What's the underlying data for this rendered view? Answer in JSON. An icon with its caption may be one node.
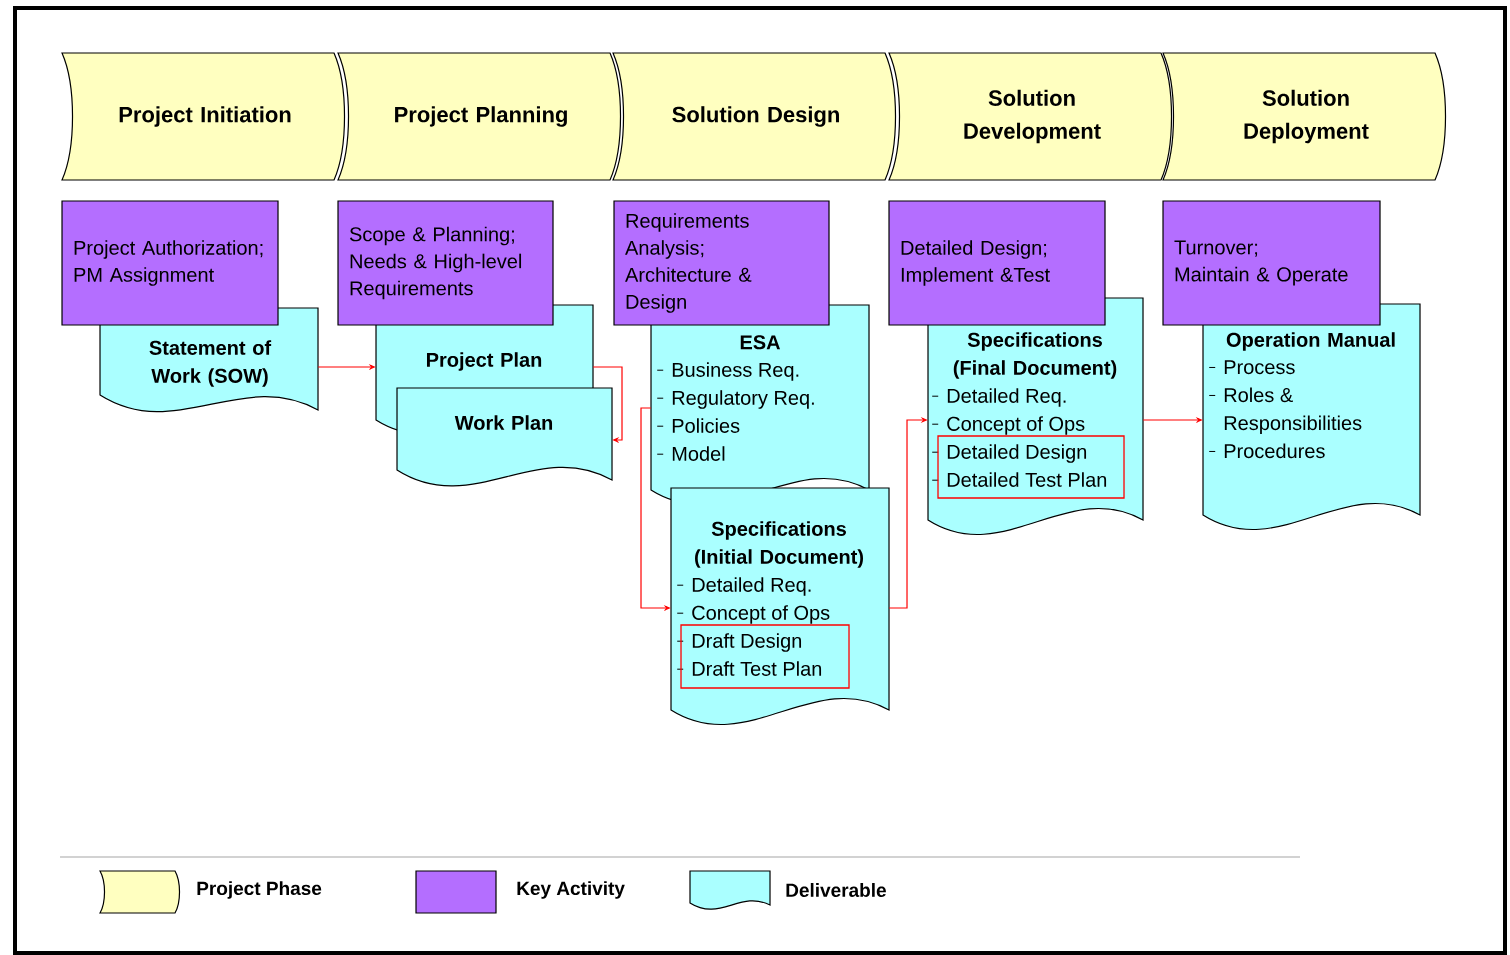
{
  "diagram": {
    "nodes": [
      {
        "text": [
          "Project Initiation"
        ]
      },
      {
        "text": [
          "Project Planning"
        ]
      },
      {
        "text": [
          "Solution Design"
        ]
      },
      {
        "text": [
          "Solution Development"
        ]
      },
      {
        "text": [
          "Solution Deployment"
        ]
      },
      {
        "text": [
          "Project Authorization;",
          "PM Assignment"
        ]
      },
      {
        "text": [
          "Scope & Planning;",
          "Needs & High-level Requirements"
        ]
      },
      {
        "text": [
          "Requirements Analysis;",
          "Architecture & Design"
        ]
      },
      {
        "text": [
          "Detailed Design;",
          "Implement &Test"
        ]
      },
      {
        "text": [
          "Turnover;",
          "Maintain & Operate"
        ]
      },
      {
        "text": [
          "Statement of Work (SOW)"
        ]
      },
      {
        "text": [
          "Project Plan"
        ]
      },
      {
        "text": [
          "Work Plan"
        ]
      },
      {
        "text": [
          "ESA",
          "Business Req.",
          "Regulatory Req.",
          "Policies",
          "Model"
        ]
      },
      {
        "text": [
          "Specifications (Initial Document)",
          "Detailed Req.",
          "Concept of Ops",
          "Draft Design",
          "Draft Test Plan"
        ]
      },
      {
        "text": [
          "Specifications (Final Document)",
          "Detailed Req.",
          "Concept of Ops",
          "Detailed Design",
          "Detailed Test Plan"
        ]
      },
      {
        "text": [
          "Operation Manual",
          "Process",
          "Roles & Responsibilities",
          "Procedures"
        ]
      }
    ],
    "edges": [
      {
        "from": 10,
        "to": 11,
        "arrow": "to"
      },
      {
        "from": 11,
        "to": 12,
        "arrow": "to"
      },
      {
        "from": 13,
        "to": 14,
        "arrow": "to"
      },
      {
        "from": 14,
        "to": 15,
        "arrow": "to"
      },
      {
        "from": 15,
        "to": 16,
        "arrow": "to"
      }
    ],
    "legend": [
      {
        "text": "Project Phase"
      },
      {
        "text": "Key Activity",
        "color": "#b46eff"
      },
      {
        "text": "Deliverable"
      }
    ]
  }
}
